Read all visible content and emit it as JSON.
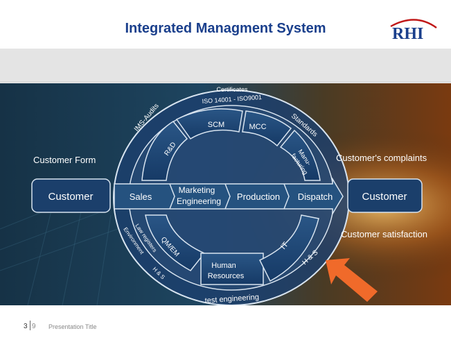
{
  "slide": {
    "title": "Integrated Managment System",
    "logo_text": "RHI",
    "page_number": "3",
    "page_total": "9",
    "presentation_title": "Presentation Title"
  },
  "diagram": {
    "left_box": "Customer",
    "right_box": "Customer",
    "customer_form": "Customer Form",
    "customer_complaints": "Customer's complaints",
    "customer_satisfaction": "Customer satisfaction",
    "flow": [
      "Sales",
      "Marketing",
      "Engineering",
      "Production",
      "Dispatch"
    ],
    "upper_segments": [
      "R&D",
      "SCM",
      "MCC",
      "Manu-",
      "facturing"
    ],
    "lower_segments": [
      "QM/EM",
      "Human",
      "Resources",
      "IT"
    ],
    "outer_ring_top": [
      "Certificates",
      "ISO 14001 - ISO9001"
    ],
    "outer_ring_left": "IMS-Audits",
    "outer_ring_right": "Standards",
    "outer_ring_right_bottom": "H & S",
    "outer_ring_left_bottom": [
      "Environment",
      "Law registers",
      "H & S"
    ],
    "outer_ring_bottom": "test engineering",
    "colors": {
      "ring_fill": "#1c3f6e",
      "ring_stroke": "#d8e4f0",
      "arrow": "#f06a2a",
      "title": "#1a3f8c"
    }
  }
}
